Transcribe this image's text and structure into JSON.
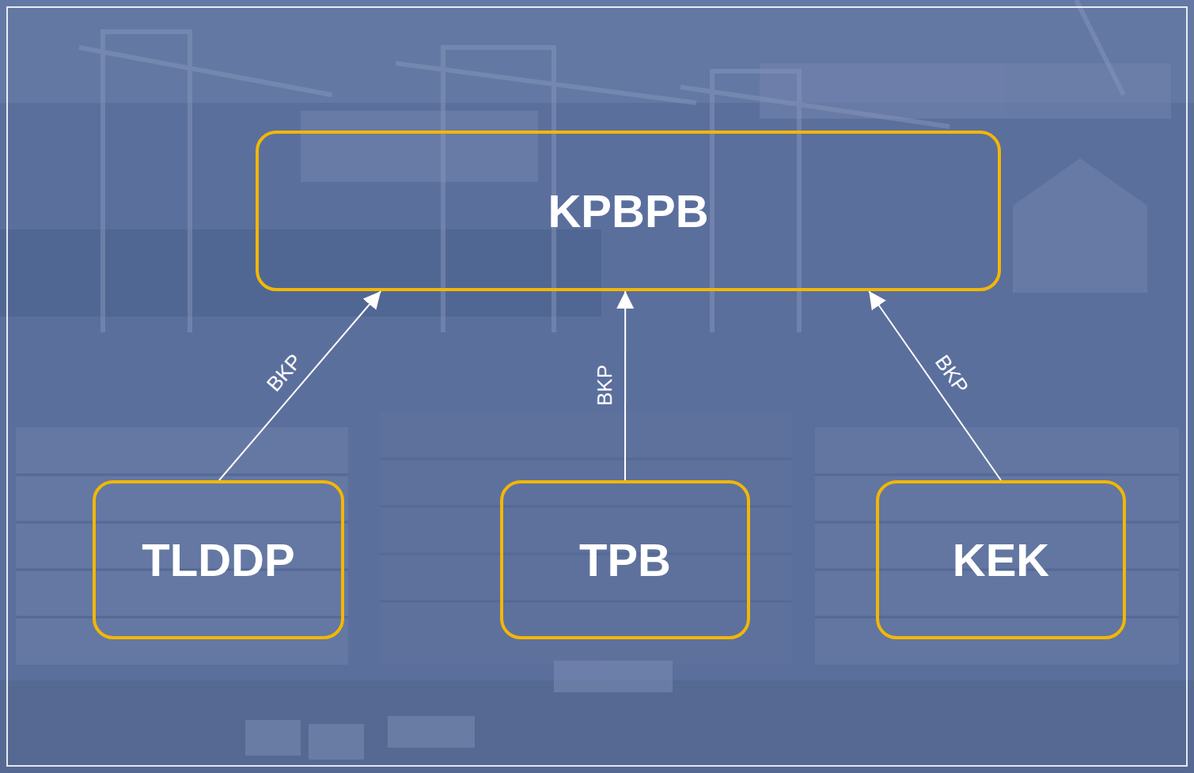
{
  "diagram": {
    "nodes": [
      {
        "text": [
          "KPBPB"
        ]
      },
      {
        "text": [
          "TLDDP"
        ]
      },
      {
        "text": [
          "TPB"
        ]
      },
      {
        "text": [
          "KEK"
        ]
      }
    ],
    "edges": [
      {
        "from": 1,
        "to": 0,
        "arrow": "to",
        "label": "BKP"
      },
      {
        "from": 2,
        "to": 0,
        "arrow": "to",
        "label": "BKP"
      },
      {
        "from": 3,
        "to": 0,
        "arrow": "to",
        "label": "BKP"
      }
    ]
  }
}
